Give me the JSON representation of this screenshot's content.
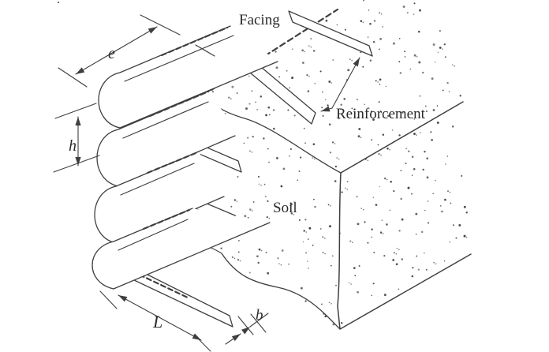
{
  "figure": {
    "type": "engineering-diagram",
    "subject": "reinforced earth retaining wall (isometric cutaway)",
    "labels": {
      "facing": "Facing",
      "reinforcement": "Reinforcement",
      "soil": "Soil"
    },
    "dimensions": {
      "panel_spacing_along_wall": "e",
      "lift_height": "h",
      "strip_length": "L",
      "strip_width": "b"
    },
    "colors": {
      "line": "#3f3f3f",
      "background": "#ffffff",
      "text": "#2a2a2a"
    }
  }
}
